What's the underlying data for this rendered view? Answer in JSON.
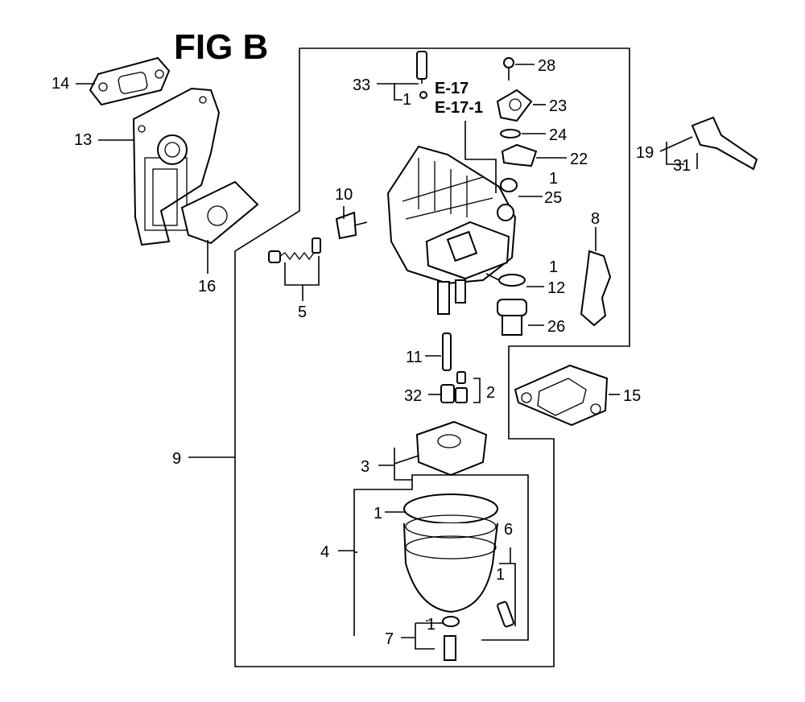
{
  "title": "FIG B",
  "labels": {
    "p1a": "1",
    "p1b": "1",
    "p1c": "1",
    "p1d": "1",
    "p1e": "1",
    "p1f": "1",
    "p2": "2",
    "p3": "3",
    "p4": "4",
    "p5": "5",
    "p6": "6",
    "p7": "7",
    "p8": "8",
    "p9": "9",
    "p10": "10",
    "p11": "11",
    "p12": "12",
    "p13": "13",
    "p14": "14",
    "p15": "15",
    "p16": "16",
    "p19": "19",
    "p22": "22",
    "p23": "23",
    "p24": "24",
    "p25": "25",
    "p26": "26",
    "p28": "28",
    "p31": "31",
    "p32": "32",
    "p33": "33"
  },
  "refs": {
    "e17": "E-17",
    "e171": "E-17-1"
  }
}
